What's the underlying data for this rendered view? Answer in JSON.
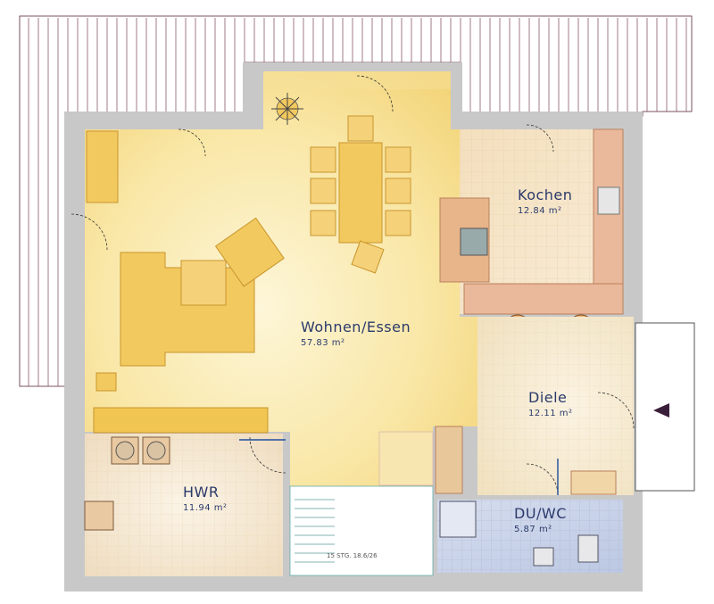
{
  "rooms": {
    "wohnen": {
      "name": "Wohnen/Essen",
      "area": "57.83 m²"
    },
    "kochen": {
      "name": "Kochen",
      "area": "12.84 m²"
    },
    "diele": {
      "name": "Diele",
      "area": "12.11 m²"
    },
    "hwr": {
      "name": "HWR",
      "area": "11.94 m²"
    },
    "duwc": {
      "name": "DU/WC",
      "area": "5.87 m²"
    }
  },
  "stairs": {
    "note": "15 STG. 18.6/26"
  },
  "colors": {
    "wall": "#c8c8c8",
    "living": "#f7dc86",
    "kitchen": "#f3e3c6",
    "bath": "#c9d3ea",
    "terrace_lines": "#8a5a6a",
    "furniture": "#eab852",
    "entrance_arrow": "#3a1f3a"
  }
}
